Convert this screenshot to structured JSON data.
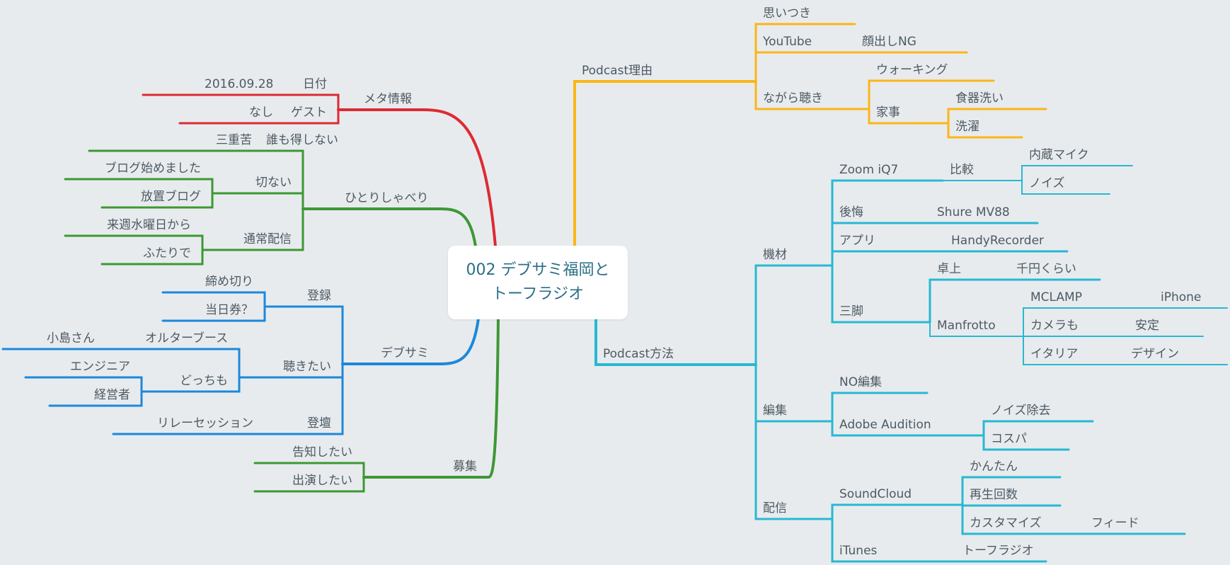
{
  "colors": {
    "background": "#e8ebee",
    "root_text": "#2a6f86",
    "node_text": "#4c5a63",
    "branch_red": "#dd2a32",
    "branch_green": "#3c9834",
    "branch_blue": "#1c88db",
    "branch_yellow": "#fbb617",
    "branch_cyan": "#27b8d2"
  },
  "root": {
    "line1": "002 デブサミ福岡と",
    "line2": "トーフラジオ"
  },
  "nodes": {
    "n1": "メタ情報",
    "n2": "日付",
    "n3": "2016.09.28",
    "n4": "ゲスト",
    "n5": "なし",
    "n6": "ひとりしゃべり",
    "n7": "誰も得しない",
    "n8": "三重苦",
    "n9": "切ない",
    "n10": "ブログ始めました",
    "n11": "放置ブログ",
    "n12": "通常配信",
    "n13": "来週水曜日から",
    "n14": "ふたりで",
    "n15": "デブサミ",
    "n16": "登録",
    "n17": "締め切り",
    "n18": "当日券？",
    "n19": "聴きたい",
    "n20": "オルターブース",
    "n21": "小島さん",
    "n22": "どっちも",
    "n23": "エンジニア",
    "n24": "経営者",
    "n25": "登壇",
    "n26": "リレーセッション",
    "n27": "募集",
    "n28": "告知したい",
    "n29": "出演したい",
    "n30": "Podcast理由",
    "n31": "思いつき",
    "n32": "YouTube",
    "n33": "顔出しNG",
    "n34": "ながら聴き",
    "n35": "ウォーキング",
    "n36": "家事",
    "n37": "食器洗い",
    "n38": "洗濯",
    "n39": "Podcast方法",
    "n40": "機材",
    "n41": "Zoom iQ7",
    "n42": "比較",
    "n43": "内蔵マイク",
    "n44": "ノイズ",
    "n45": "後悔",
    "n46": "Shure MV88",
    "n47": "アプリ",
    "n48": "HandyRecorder",
    "n49": "三脚",
    "n50": "卓上",
    "n51": "千円くらい",
    "n52": "Manfrotto",
    "n53": "MCLAMP",
    "n54": "iPhone",
    "n55": "カメラも",
    "n56": "安定",
    "n57": "イタリア",
    "n58": "デザイン",
    "n59": "編集",
    "n60": "NO編集",
    "n61": "Adobe Audition",
    "n62": "ノイズ除去",
    "n63": "コスパ",
    "n64": "配信",
    "n65": "SoundCloud",
    "n66": "かんたん",
    "n67": "再生回数",
    "n68": "カスタマイズ",
    "n69": "フィード",
    "n70": "iTunes",
    "n71": "トーフラジオ"
  }
}
